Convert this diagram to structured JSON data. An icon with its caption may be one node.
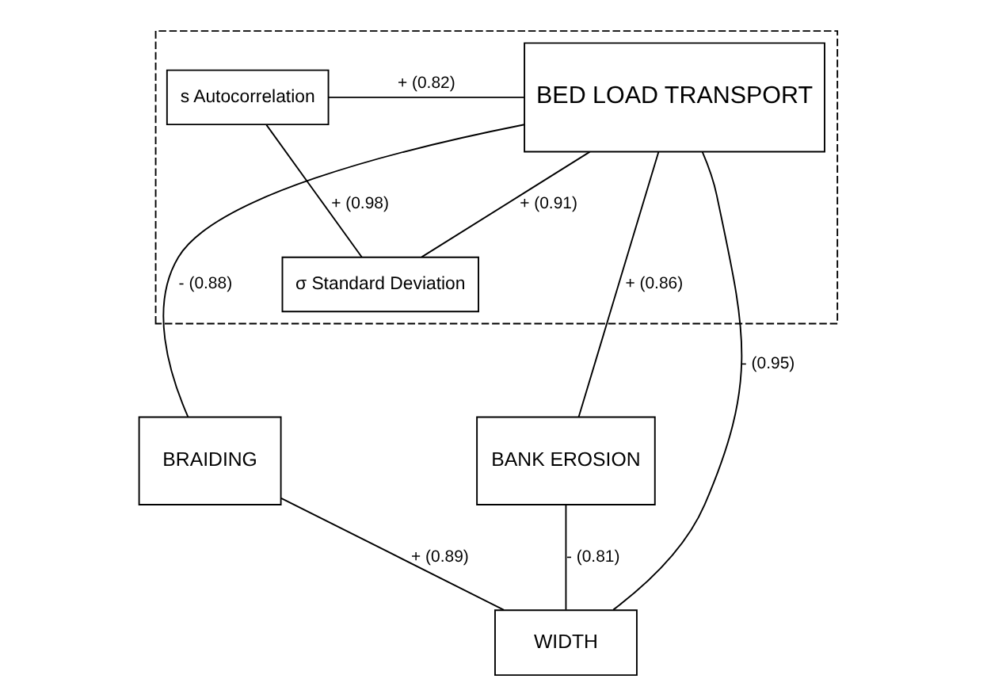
{
  "diagram": {
    "nodes": [
      {
        "text": [],
        "shape": "box"
      },
      {
        "text": [
          "BED LOAD TRANSPORT"
        ],
        "in": 0
      },
      {
        "text": [
          "s Autocorrelation"
        ],
        "in": 0
      },
      {
        "text": [
          "σ Standard Deviation"
        ],
        "in": 0
      },
      {
        "text": [
          "BRAIDING"
        ]
      },
      {
        "text": [
          "BANK EROSION"
        ]
      },
      {
        "text": [
          "WIDTH"
        ]
      }
    ],
    "edges": [
      {
        "from": 1,
        "to": 2,
        "arrow": "none",
        "label": "+ (0.82)"
      },
      {
        "from": 2,
        "to": 3,
        "arrow": "none",
        "label": "+ (0.98)"
      },
      {
        "from": 1,
        "to": 3,
        "arrow": "none",
        "label": "+ (0.91)"
      },
      {
        "from": 1,
        "to": 4,
        "arrow": "none",
        "label": "- (0.88)"
      },
      {
        "from": 1,
        "to": 6,
        "arrow": "none",
        "label": "- (0.95)"
      },
      {
        "from": 1,
        "to": 5,
        "arrow": "none",
        "label": "+ (0.86)"
      },
      {
        "from": 4,
        "to": 6,
        "arrow": "none",
        "label": "+ (0.89)"
      },
      {
        "from": 6,
        "to": 5,
        "arrow": "none",
        "label": "- (0.81)"
      }
    ]
  }
}
